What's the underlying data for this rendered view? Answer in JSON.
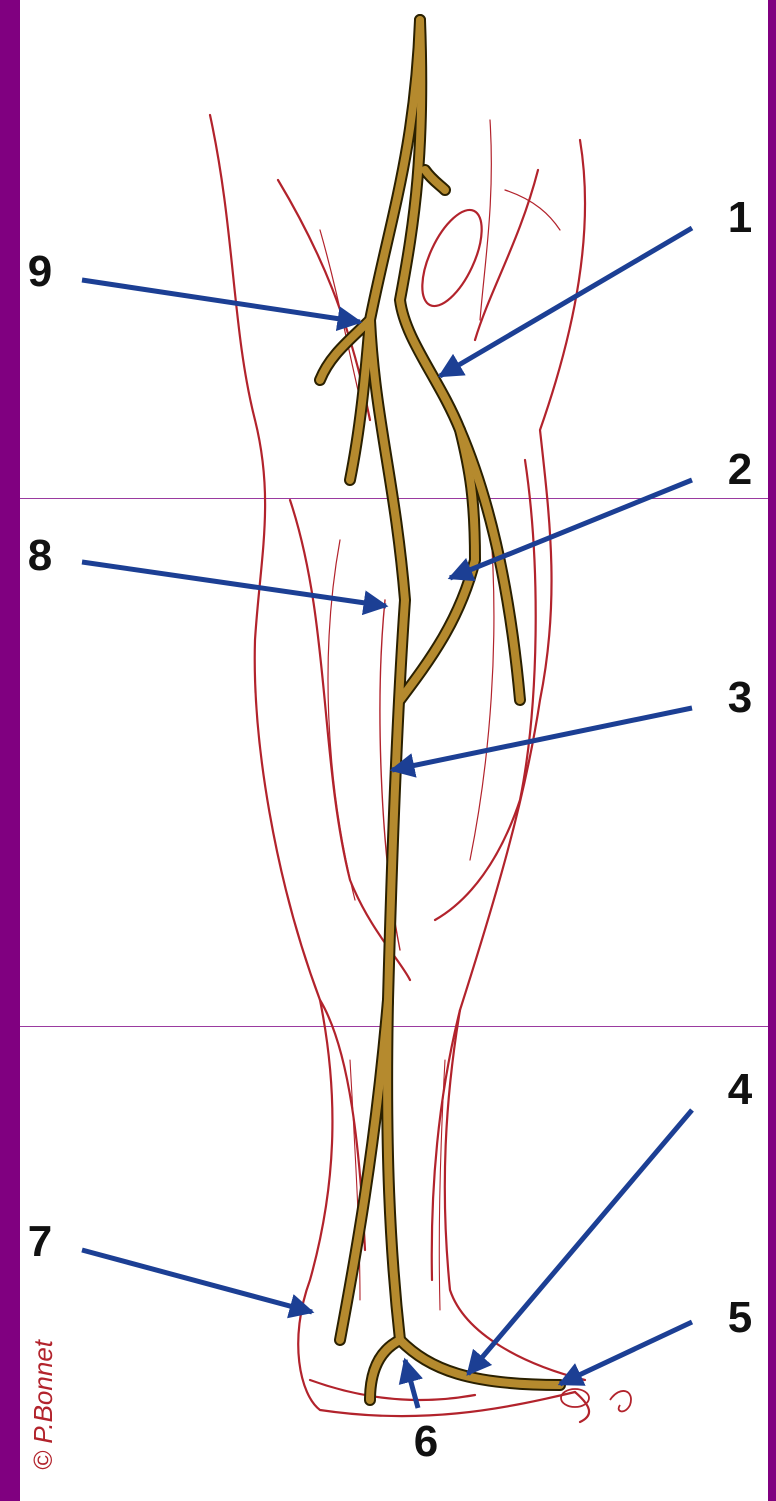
{
  "labels": [
    "1",
    "2",
    "3",
    "4",
    "5",
    "6",
    "7",
    "8",
    "9"
  ],
  "credit": "© P.Bonnet",
  "signature": "P.",
  "colors": {
    "background_frame": "#800080",
    "muscle_outline": "#b2232c",
    "nerve_fill": "#b58a2e",
    "arrow": "#1c3f94",
    "label_text": "#111111"
  }
}
